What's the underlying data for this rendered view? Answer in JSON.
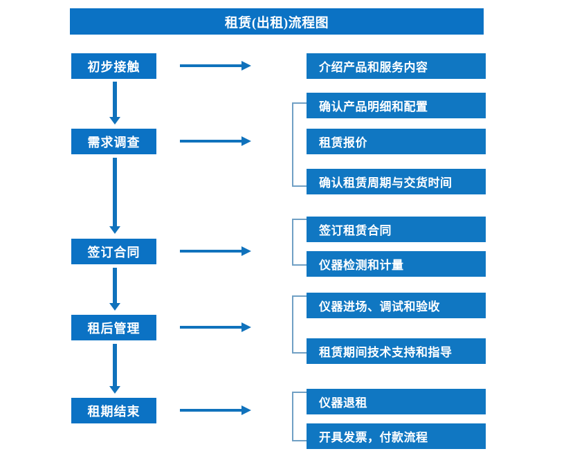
{
  "diagram": {
    "title": "租赁(出租)流程图",
    "colors": {
      "primary_blue": "#0b72c4",
      "box_blue": "#1077c2",
      "arrow_blue": "#1072bc",
      "bracket_gray_blue": "#6f9fc4",
      "text_white": "#ffffff",
      "background": "#ffffff"
    },
    "stages": [
      {
        "id": "stage-1",
        "label": "初步接触"
      },
      {
        "id": "stage-2",
        "label": "需求调查"
      },
      {
        "id": "stage-3",
        "label": "签订合同"
      },
      {
        "id": "stage-4",
        "label": "租后管理"
      },
      {
        "id": "stage-5",
        "label": "租期结束"
      }
    ],
    "details": [
      {
        "id": "detail-1-1",
        "label": "介绍产品和服务内容",
        "group": 1
      },
      {
        "id": "detail-2-1",
        "label": "确认产品明细和配置",
        "group": 2
      },
      {
        "id": "detail-2-2",
        "label": "租赁报价",
        "group": 2
      },
      {
        "id": "detail-2-3",
        "label": "确认租赁周期与交货时间",
        "group": 2
      },
      {
        "id": "detail-3-1",
        "label": "签订租赁合同",
        "group": 3
      },
      {
        "id": "detail-3-2",
        "label": "仪器检测和计量",
        "group": 3
      },
      {
        "id": "detail-4-1",
        "label": "仪器进场、调试和验收",
        "group": 4
      },
      {
        "id": "detail-4-2",
        "label": "租赁期间技术支持和指导",
        "group": 4
      },
      {
        "id": "detail-5-1",
        "label": "仪器退租",
        "group": 5
      },
      {
        "id": "detail-5-2",
        "label": "开具发票，付款流程",
        "group": 5
      }
    ],
    "connectors": {
      "horizontal_arrow_count": 5,
      "vertical_arrow_count": 4,
      "bracket_count": 4
    }
  }
}
